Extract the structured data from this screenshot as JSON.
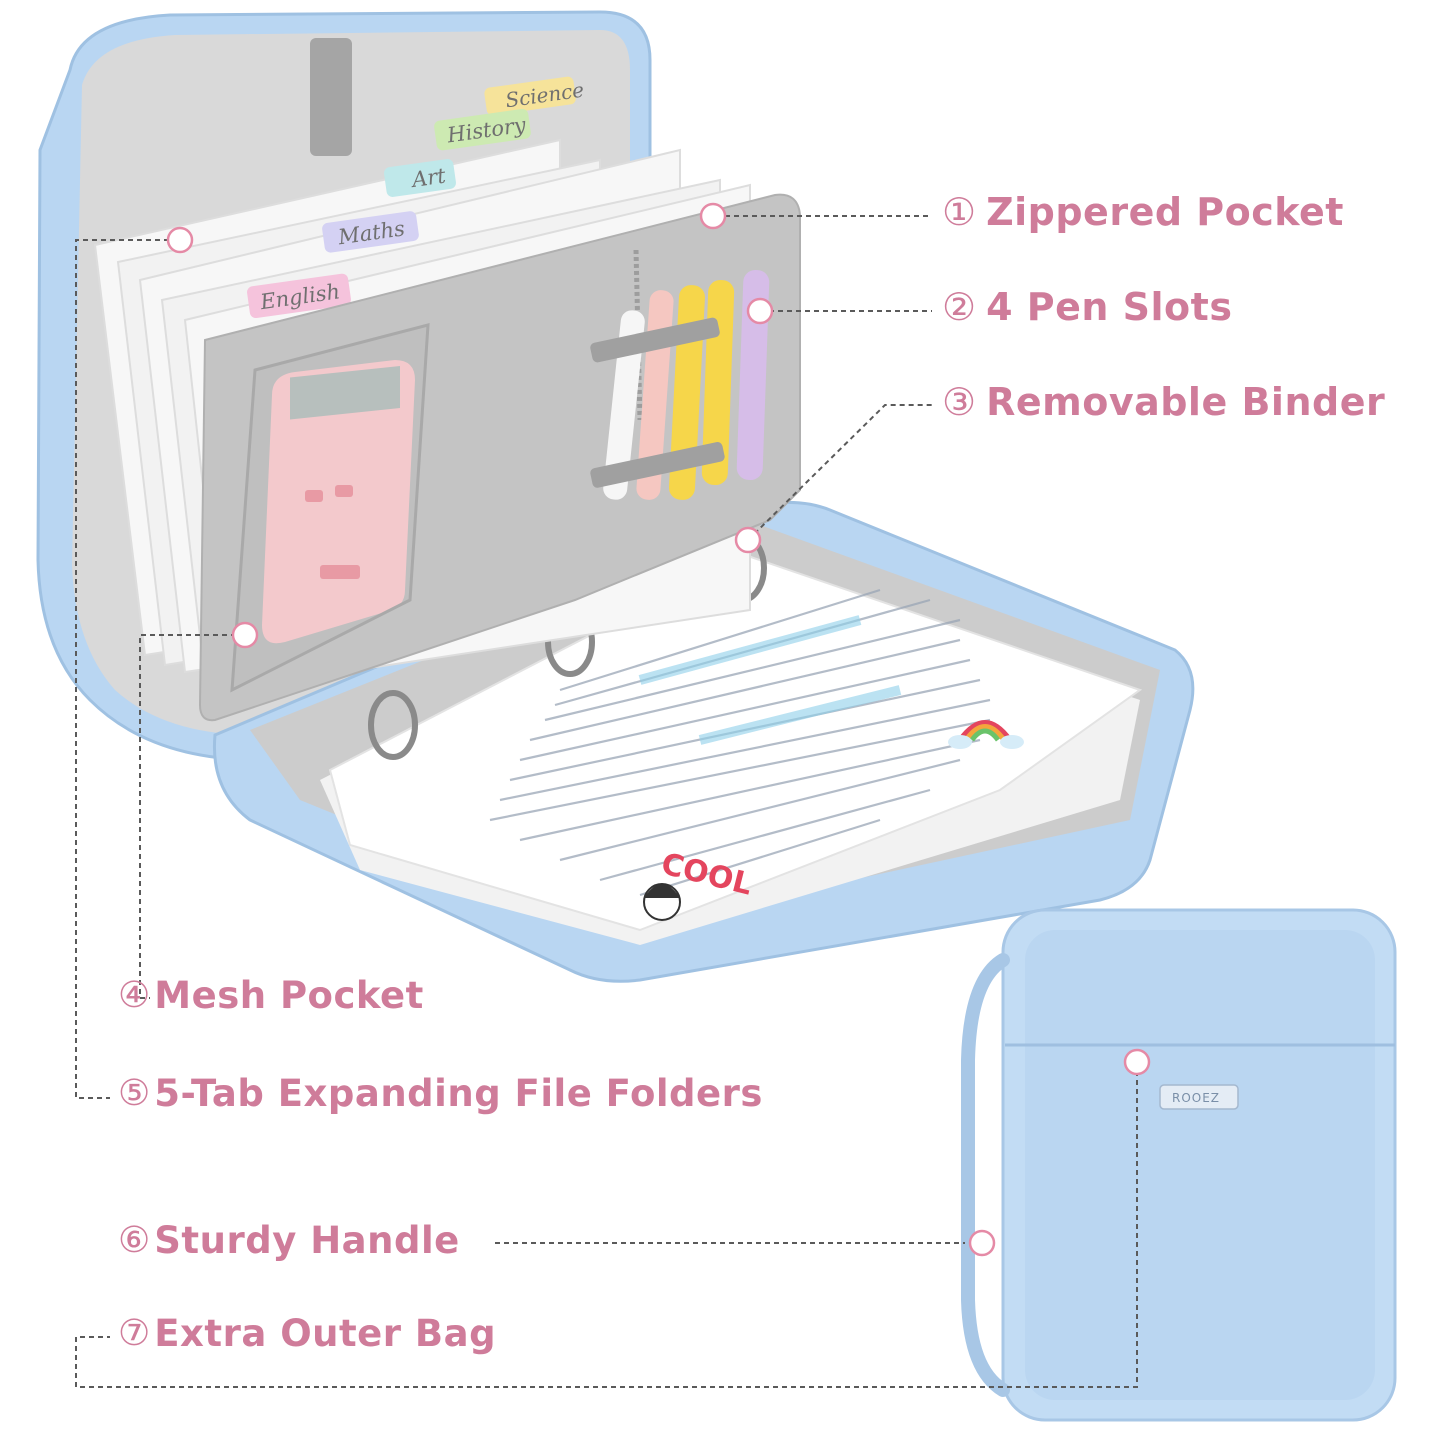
{
  "tabs": [
    "Science",
    "History",
    "Art",
    "Maths",
    "English"
  ],
  "features": [
    {
      "num": "①",
      "label": "Zippered Pocket"
    },
    {
      "num": "②",
      "label": "4 Pen Slots"
    },
    {
      "num": "③",
      "label": "Removable Binder"
    },
    {
      "num": "④",
      "label": "Mesh Pocket"
    },
    {
      "num": "⑤",
      "label": "5-Tab Expanding File Folders"
    },
    {
      "num": "⑥",
      "label": "Sturdy Handle"
    },
    {
      "num": "⑦",
      "label": "Extra Outer Bag"
    }
  ],
  "sticker_text": "COOL",
  "brand_label": "ROOEZ",
  "colors": {
    "callout_text": "#cf7c9a",
    "case_blue": "#b9d6f2",
    "lining_gray": "#c8c8c8",
    "marker_dot": "#e58aa6"
  }
}
